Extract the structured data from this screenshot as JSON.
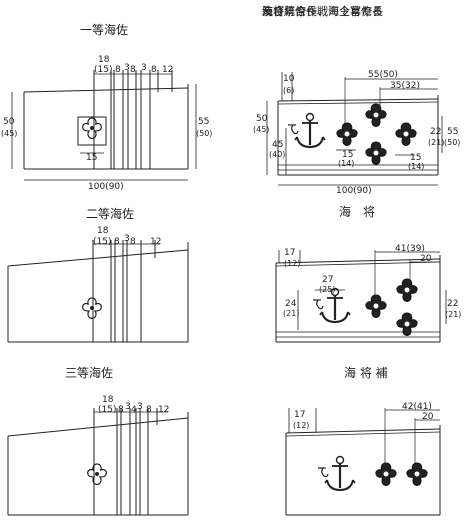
{
  "titles": {
    "p1": "一等海佐",
    "p2": "二等海佐",
    "p3": "三等海佐",
    "a1": "海　将",
    "a2": "海 将 補",
    "top_right": [
      "統合幕僚長、海上幕僚長",
      "及び統合作戦司令官たる",
      "海将"
    ]
  },
  "dims": {
    "p1": {
      "d18": "18",
      "d15p": "(15)",
      "s1": "8",
      "s2": "3",
      "s3": "8",
      "s4": "3",
      "s5": "8",
      "s6": "12",
      "left": "50",
      "left_p": "(45)",
      "right": "55",
      "right_p": "(50)",
      "flower": "15",
      "bottom": "100(90)"
    },
    "p2": {
      "d18": "18",
      "d15p": "(15)",
      "s1": "8",
      "s2": "3",
      "s3": "8",
      "s4": "12"
    },
    "p3": {
      "d18": "18",
      "d15p": "(15)",
      "s1": "8",
      "s2": "3",
      "s3": "4",
      "s4": "3",
      "s5": "8",
      "s6": "12"
    },
    "a1": {
      "d10": "10",
      "d6p": "(6)",
      "d55": "55(50)",
      "d35": "35(32)",
      "left": "50",
      "left_p": "(45)",
      "d45": "45",
      "d40p": "(40)",
      "d15": "15",
      "d14p": "(14)",
      "d15b": "15",
      "d14bp": "(14)",
      "d22": "22",
      "d21p": "(21)",
      "d55r": "55",
      "d50rp": "(50)",
      "bottom": "100(90)"
    },
    "a2": {
      "d17": "17",
      "d12p": "(12)",
      "d41": "41(39)",
      "d20": "20",
      "d27": "27",
      "d25p": "(25)",
      "d24": "24",
      "d21p": "(21)",
      "d22": "22",
      "d21rp": "(21)"
    },
    "a3": {
      "d17": "17",
      "d12p": "(12)",
      "d42": "42(41)",
      "d20": "20"
    }
  },
  "icons": [
    "sakura-icon",
    "anchor-icon"
  ]
}
